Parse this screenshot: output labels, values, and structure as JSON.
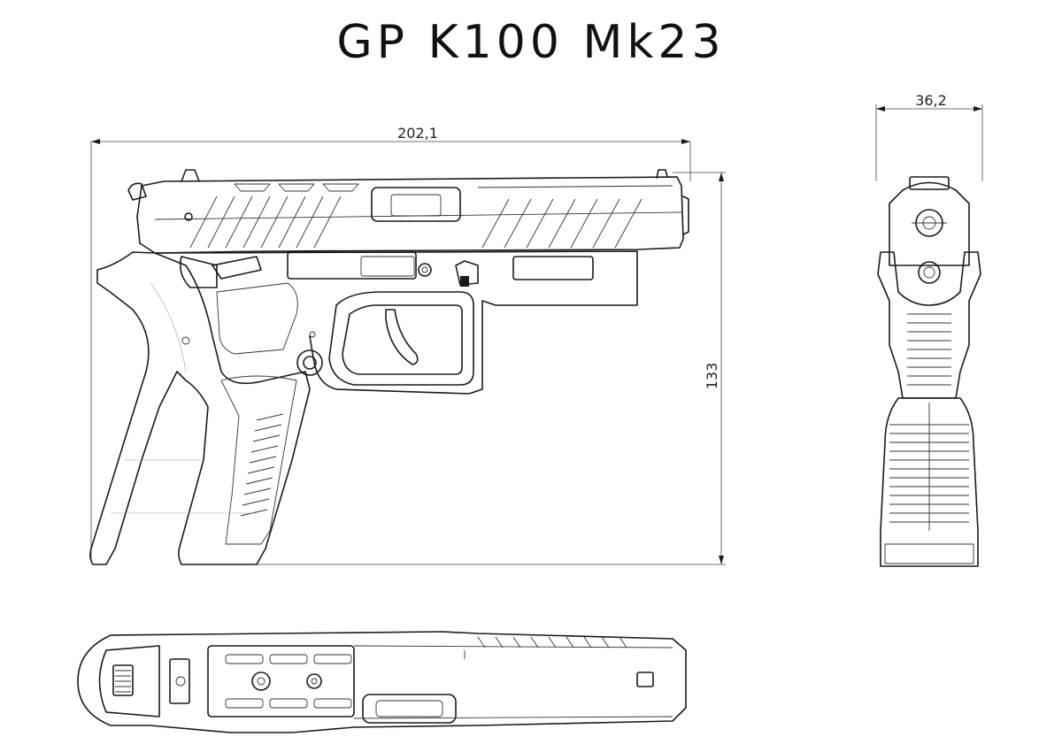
{
  "title": "GP K100 Mk23",
  "dimensions": {
    "length": "202,1",
    "height": "133",
    "width": "36,2"
  },
  "views": [
    {
      "name": "side-view",
      "icon": "pistol-side-view-drawing"
    },
    {
      "name": "rear-view",
      "icon": "pistol-rear-view-drawing"
    },
    {
      "name": "top-view",
      "icon": "pistol-top-view-drawing"
    }
  ]
}
